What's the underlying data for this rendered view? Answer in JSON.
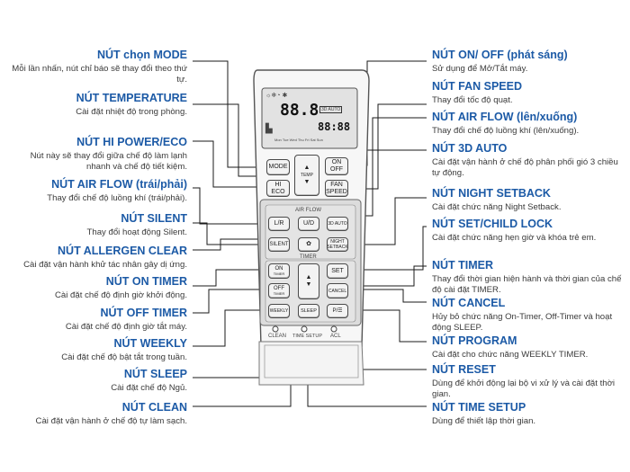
{
  "left_labels": [
    {
      "title": "NÚT chọn MODE",
      "desc": "Mỗi lần nhấn, nút chỉ báo sẽ thay đổi theo thứ tự."
    },
    {
      "title": "NÚT TEMPERATURE",
      "desc": "Cài đặt nhiệt độ trong phòng."
    },
    {
      "title": "NÚT HI POWER/ECO",
      "desc": "Nút này sẽ thay đổi giữa chế độ làm lạnh nhanh và chế độ tiết kiệm."
    },
    {
      "title": "NÚT AIR FLOW (trái/phải)",
      "desc": "Thay đổi chế độ luồng khí (trái/phải)."
    },
    {
      "title": "NÚT SILENT",
      "desc": "Thay đổi hoạt động Silent."
    },
    {
      "title": "NÚT ALLERGEN CLEAR",
      "desc": "Cài đặt vận hành khử tác nhân gây dị ứng."
    },
    {
      "title": "NÚT ON TIMER",
      "desc": "Cài đặt chế độ định giờ khởi động."
    },
    {
      "title": "NÚT OFF TIMER",
      "desc": "Cài đặt chế độ định giờ tắt máy."
    },
    {
      "title": "NÚT WEEKLY",
      "desc": "Cài đặt chế độ bật tắt trong tuần."
    },
    {
      "title": "NÚT SLEEP",
      "desc": "Cài đặt chế độ Ngủ."
    },
    {
      "title": "NÚT CLEAN",
      "desc": "Cài đặt vận hành ở chế độ tự làm sạch."
    }
  ],
  "right_labels": [
    {
      "title": "NÚT ON/ OFF (phát sáng)",
      "desc": "Sử dụng để Mở/Tắt máy."
    },
    {
      "title": "NÚT FAN SPEED",
      "desc": "Thay đổi tốc độ quạt."
    },
    {
      "title": "NÚT AIR FLOW (lên/xuống)",
      "desc": "Thay đổi chế độ luồng khí (lên/xuống)."
    },
    {
      "title": "NÚT 3D AUTO",
      "desc": "Cài đặt vận hành ở chế độ phân phối gió 3 chiều tự động."
    },
    {
      "title": "NÚT NIGHT SETBACK",
      "desc": "Cài đặt chức năng Night Setback."
    },
    {
      "title": "NÚT SET/CHILD LOCK",
      "desc": "Cài đặt chức năng hẹn giờ và khóa trẻ em."
    },
    {
      "title": "NÚT TIMER",
      "desc": "Thay đổi thời gian hiện hành và thời gian của chế độ cài đặt TIMER."
    },
    {
      "title": "NÚT CANCEL",
      "desc": "Hủy bỏ chức năng On-Timer, Off-Timer và hoạt động SLEEP."
    },
    {
      "title": "NÚT PROGRAM",
      "desc": "Cài đặt cho chức năng WEEKLY TIMER."
    },
    {
      "title": "NÚT RESET",
      "desc": "Dùng để khởi động lại bộ vi xử lý và cài đặt thời gian."
    },
    {
      "title": "NÚT TIME SETUP",
      "desc": "Dùng để thiết lập thời gian."
    }
  ],
  "remote": {
    "lcd_temp": "88.8",
    "lcd_clock": "88:88",
    "lcd_days": "Mon Tue Wed Thu Fri Sat Sun",
    "lcd_3d": "3D AUTO",
    "buttons": {
      "mode": "MODE",
      "temp": "TEMP",
      "onoff_1": "ON",
      "onoff_2": "OFF",
      "hi_1": "HI",
      "hi_2": "ECO",
      "fan_1": "FAN",
      "fan_2": "SPEED",
      "airflow_heading": "AIR FLOW",
      "lr": "L/R",
      "ud": "U/D",
      "auto3d": "3D AUTO",
      "silent": "SILENT",
      "night_1": "NIGHT",
      "night_2": "SETBACK",
      "timer_heading": "TIMER",
      "on_1": "ON",
      "on_2": "TIMER",
      "off_1": "OFF",
      "off_2": "TIMER",
      "set": "SET",
      "cancel": "CANCEL",
      "weekly": "WEEKLY",
      "sleep": "SLEEP",
      "program": "P/☰",
      "clean": "CLEAN",
      "time_setup": "TIME SETUP",
      "acl": "ACL"
    }
  },
  "colors": {
    "title": "#1c5aa6",
    "lines": "#1a1a1a"
  }
}
